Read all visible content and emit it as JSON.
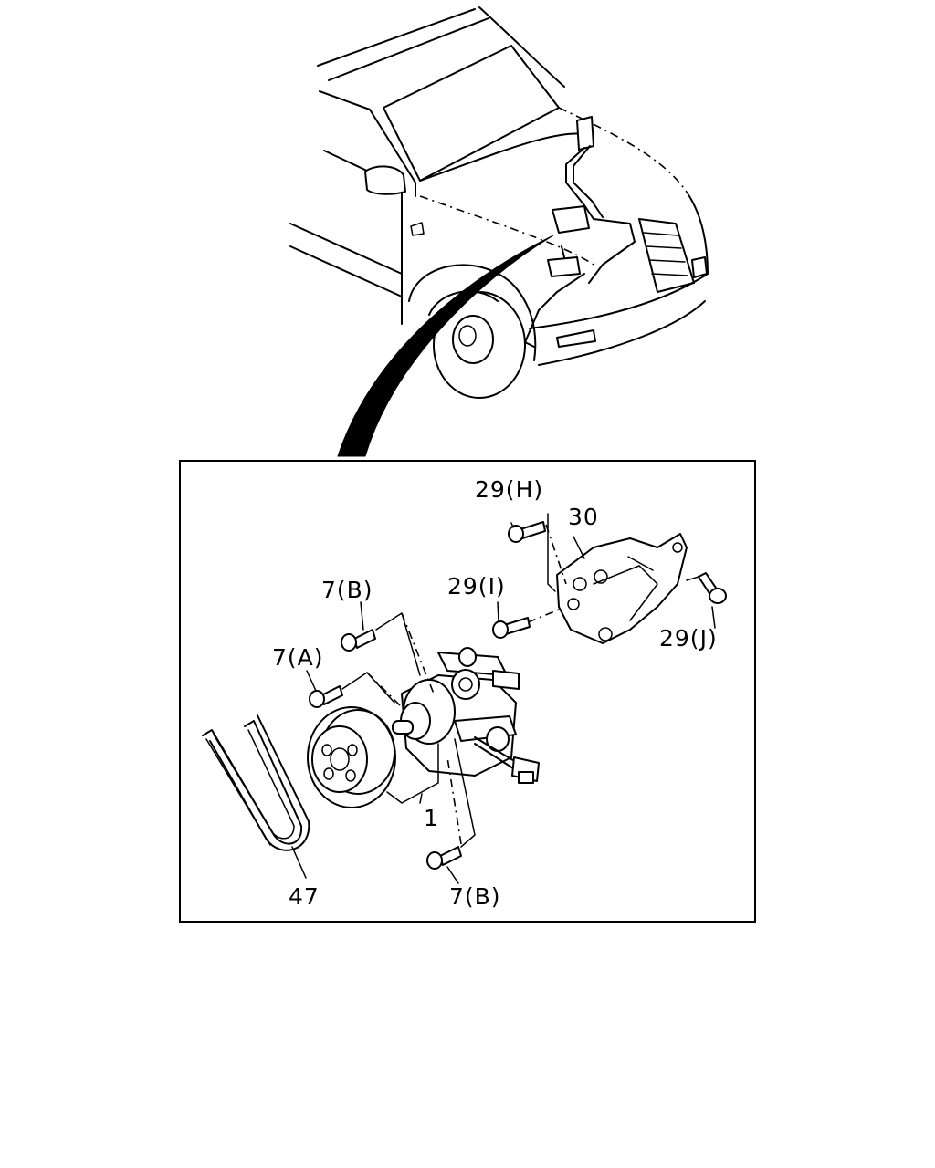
{
  "callouts": {
    "c29h": "29(H)",
    "c30": "30",
    "c7b_top": "7(B)",
    "c29i": "29(I)",
    "c7a": "7(A)",
    "c29j": "29(J)",
    "c1": "1",
    "c47": "47",
    "c7b_bottom": "7(B)"
  }
}
